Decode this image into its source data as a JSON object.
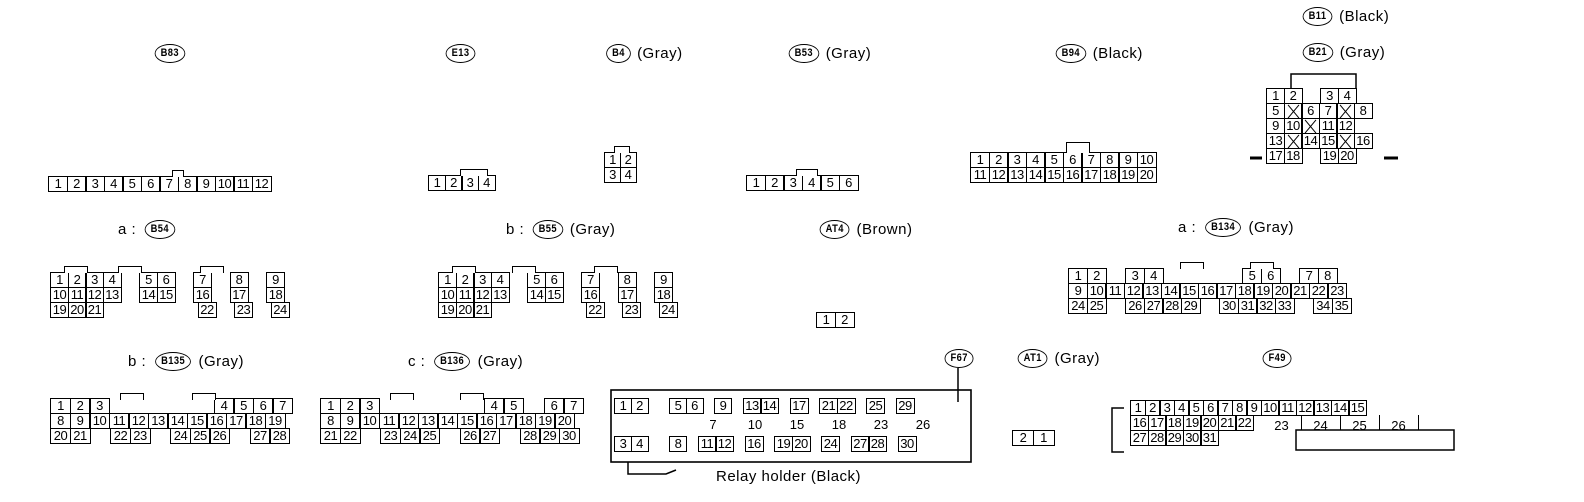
{
  "connectors": {
    "b83": {
      "code": "B83",
      "prefix": "",
      "color": ""
    },
    "e13": {
      "code": "E13",
      "prefix": "",
      "color": ""
    },
    "b4": {
      "code": "B4",
      "prefix": "",
      "color": "(Gray)"
    },
    "b53": {
      "code": "B53",
      "prefix": "",
      "color": "(Gray)"
    },
    "b94": {
      "code": "B94",
      "prefix": "",
      "color": "(Black)"
    },
    "b11": {
      "code": "B11",
      "prefix": "",
      "color": "(Black)"
    },
    "b21": {
      "code": "B21",
      "prefix": "",
      "color": "(Gray)"
    },
    "b54": {
      "code": "B54",
      "prefix": "a :",
      "color": ""
    },
    "b55": {
      "code": "B55",
      "prefix": "b :",
      "color": "(Gray)"
    },
    "at4": {
      "code": "AT4",
      "prefix": "",
      "color": "(Brown)"
    },
    "b134": {
      "code": "B134",
      "prefix": "a :",
      "color": "(Gray)"
    },
    "b135": {
      "code": "B135",
      "prefix": "b :",
      "color": "(Gray)"
    },
    "b136": {
      "code": "B136",
      "prefix": "c :",
      "color": "(Gray)"
    },
    "f67": {
      "code": "F67",
      "prefix": "",
      "color": ""
    },
    "at1": {
      "code": "AT1",
      "prefix": "",
      "color": "(Gray)"
    },
    "f49": {
      "code": "F49",
      "prefix": "",
      "color": ""
    }
  },
  "relay_holder_label": "Relay holder (Black)",
  "pins": {
    "b83": [
      [
        "1",
        "2",
        "3",
        "4",
        "5",
        "6",
        "7",
        "8",
        "9",
        "10",
        "11",
        "12"
      ]
    ],
    "e13": [
      [
        "1",
        "2",
        "3",
        "4"
      ]
    ],
    "b4": [
      [
        "1",
        "2"
      ],
      [
        "3",
        "4"
      ]
    ],
    "b53": [
      [
        "1",
        "2",
        "3",
        "4",
        "5",
        "6"
      ]
    ],
    "b94": [
      [
        "1",
        "2",
        "3",
        "4",
        "5",
        "6",
        "7",
        "8",
        "9",
        "10"
      ],
      [
        "11",
        "12",
        "13",
        "14",
        "15",
        "16",
        "17",
        "18",
        "19",
        "20"
      ]
    ],
    "b21": [
      [
        "1",
        "2",
        "",
        "3",
        "4"
      ],
      [
        "5",
        "X",
        "6",
        "7",
        "X",
        "8"
      ],
      [
        "9",
        "10",
        "X",
        "11",
        "12"
      ],
      [
        "13",
        "X",
        "14",
        "15",
        "X",
        "16"
      ],
      [
        "17",
        "18",
        "",
        "19",
        "20"
      ]
    ],
    "b54": [
      [
        "1",
        "2",
        "3",
        "4",
        "",
        "5",
        "6",
        "",
        "7",
        "",
        "8",
        "",
        "9"
      ],
      [
        "10",
        "11",
        "12",
        "13",
        "",
        "14",
        "15",
        "",
        "16",
        "",
        "17",
        "",
        "18"
      ],
      [
        "19",
        "20",
        "21",
        "",
        "",
        "",
        "",
        "",
        "22",
        "",
        "23",
        "",
        "24"
      ]
    ],
    "b55": [
      [
        "1",
        "2",
        "3",
        "4",
        "",
        "5",
        "6",
        "",
        "7",
        "",
        "8",
        "",
        "9"
      ],
      [
        "10",
        "11",
        "12",
        "13",
        "",
        "14",
        "15",
        "",
        "16",
        "",
        "17",
        "",
        "18"
      ],
      [
        "19",
        "20",
        "21",
        "",
        "",
        "",
        "",
        "",
        "22",
        "",
        "23",
        "",
        "24"
      ]
    ],
    "at4": [
      [
        "1",
        "2"
      ]
    ],
    "b134": [
      [
        "1",
        "2",
        "",
        "3",
        "4",
        "",
        "",
        "",
        "",
        "5",
        "6",
        "",
        "7",
        "8"
      ],
      [
        "9",
        "10",
        "11",
        "12",
        "13",
        "14",
        "15",
        "16",
        "17",
        "18",
        "19",
        "20",
        "21",
        "22",
        "23"
      ],
      [
        "24",
        "25",
        "",
        "26",
        "27",
        "28",
        "29",
        "",
        "30",
        "31",
        "32",
        "33",
        "",
        "34",
        "35"
      ]
    ],
    "b135": [
      [
        "1",
        "2",
        "3",
        "",
        "",
        "",
        "",
        "",
        "4",
        "5",
        "6",
        "7"
      ],
      [
        "8",
        "9",
        "10",
        "11",
        "12",
        "13",
        "14",
        "15",
        "16",
        "17",
        "18",
        "19"
      ],
      [
        "20",
        "21",
        "",
        "22",
        "23",
        "",
        "24",
        "25",
        "26",
        "",
        "27",
        "28"
      ]
    ],
    "b136": [
      [
        "1",
        "2",
        "3",
        "",
        "",
        "",
        "",
        "",
        "4",
        "5",
        "",
        "6",
        "7"
      ],
      [
        "8",
        "9",
        "10",
        "11",
        "12",
        "13",
        "14",
        "15",
        "16",
        "17",
        "18",
        "19",
        "20"
      ],
      [
        "21",
        "22",
        "",
        "23",
        "24",
        "25",
        "",
        "26",
        "27",
        "",
        "28",
        "29",
        "30"
      ]
    ],
    "relay": {
      "top": [
        "1",
        "2",
        "5",
        "6",
        "9",
        "13",
        "14",
        "17",
        "21",
        "22",
        "25",
        "29"
      ],
      "mid": [
        "7",
        "10",
        "15",
        "18",
        "23",
        "26"
      ],
      "bot": [
        "3",
        "4",
        "8",
        "11",
        "12",
        "16",
        "19",
        "20",
        "24",
        "27",
        "28",
        "30"
      ]
    },
    "at1": [
      [
        "2",
        "1"
      ]
    ],
    "f49": [
      [
        "1",
        "2",
        "3",
        "4",
        "5",
        "6",
        "7",
        "8",
        "9",
        "10",
        "11",
        "12",
        "13",
        "14",
        "15"
      ],
      [
        "16",
        "17",
        "18",
        "19",
        "20",
        "21",
        "22",
        "23",
        "24",
        "25",
        "26"
      ],
      [
        "27",
        "28",
        "29",
        "30",
        "31"
      ]
    ]
  }
}
